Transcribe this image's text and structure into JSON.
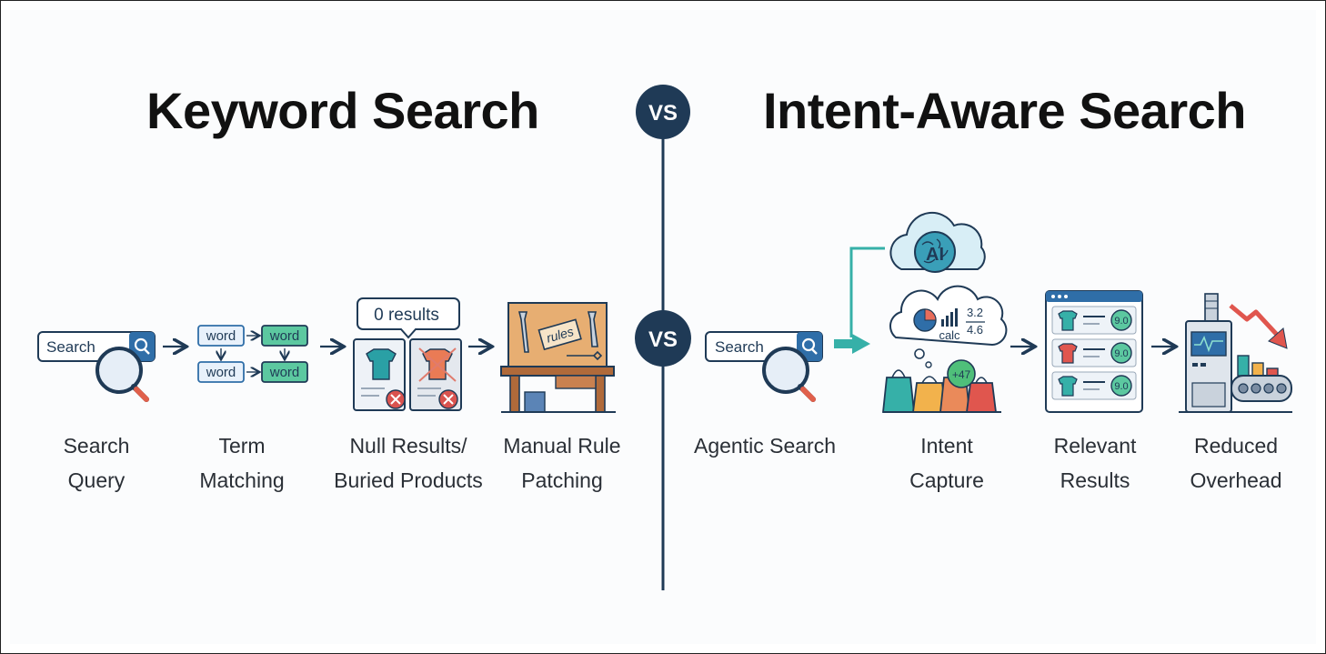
{
  "left": {
    "title": "Keyword Search",
    "steps": [
      {
        "line1": "Search",
        "line2": "Query"
      },
      {
        "line1": "Term",
        "line2": "Matching"
      },
      {
        "line1": "Null Results/",
        "line2": "Buried Products"
      },
      {
        "line1": "Manual Rule",
        "line2": "Patching"
      }
    ],
    "search_box_text": "Search",
    "word_chip": "word",
    "zero_results": "0 results",
    "rules_sign": "rules"
  },
  "divider": {
    "vs_top": "VS",
    "vs_mid": "VS"
  },
  "right": {
    "title": "Intent-Aware Search",
    "steps": [
      {
        "line1": "Agentic Search",
        "line2": ""
      },
      {
        "line1": "Intent",
        "line2": "Capture"
      },
      {
        "line1": "Relevant",
        "line2": "Results"
      },
      {
        "line1": "Reduced",
        "line2": "Overhead"
      }
    ],
    "search_box_text": "Search",
    "ai_label": "AI",
    "calc_label": "calc",
    "calc_top": "3.2",
    "calc_bottom": "4.6",
    "badge": "+47",
    "score": "9.0"
  },
  "colors": {
    "navy": "#1f3a56",
    "blue": "#2f6ea8",
    "teal": "#36b0a8",
    "green": "#3fae8a",
    "red": "#d9534f",
    "orange": "#e8935a",
    "wood": "#d9a066"
  }
}
